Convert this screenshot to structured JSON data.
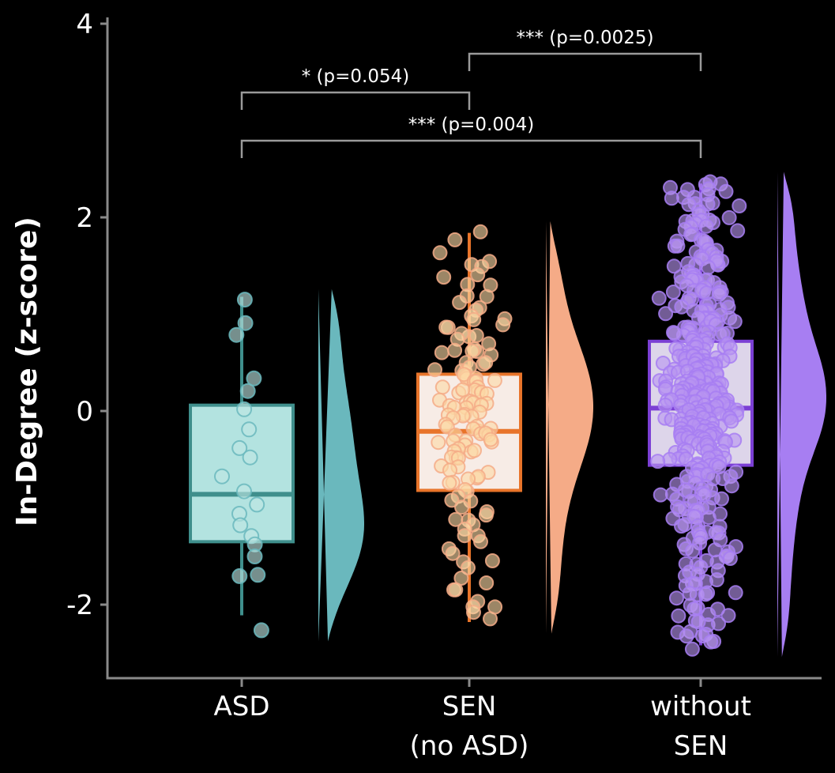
{
  "chart_data": {
    "type": "box",
    "title": "",
    "xlabel": "",
    "ylabel": "In-Degree (z-score)",
    "ylim": [
      -3.1,
      4.2
    ],
    "yticks": [
      -2,
      0,
      2,
      4
    ],
    "ytick_labels": [
      "-2",
      "0",
      "2",
      "4"
    ],
    "grid": false,
    "legend": "none",
    "categories": [
      "ASD",
      "SEN\n(no ASD)",
      "without\nSEN"
    ],
    "category_labels": [
      {
        "line1": "ASD",
        "line2": ""
      },
      {
        "line1": "SEN",
        "line2": "(no ASD)"
      },
      {
        "line1": "without",
        "line2": "SEN"
      }
    ],
    "series": [
      {
        "name": "ASD",
        "color_edge": "#3f8f8c",
        "color_fill": "#b3e3e0",
        "color_violin": "#6ab8bd",
        "color_point": "#bfe6e4",
        "n": 20,
        "q1": -1.35,
        "median": -0.86,
        "q3": 0.06,
        "whisker_low": -2.11,
        "whisker_high": 1.18,
        "points": [
          1.14,
          0.9,
          0.87,
          0.38,
          0.23,
          0.08,
          -0.16,
          -0.31,
          -0.44,
          -0.5,
          -0.84,
          -0.88,
          -1.03,
          -1.1,
          -1.27,
          -1.3,
          -1.38,
          -1.56,
          -1.67,
          -1.72,
          -2.26
        ]
      },
      {
        "name": "SEN (no ASD)",
        "color_edge": "#e8742a",
        "color_fill": "#f7ece6",
        "color_violin": "#f5ab87",
        "color_point": "#fbd9a4",
        "n": 130,
        "q1": -0.82,
        "median": -0.21,
        "q3": 0.38,
        "whisker_low": -2.18,
        "whisker_high": 1.84,
        "points": [
          1.84,
          1.74,
          1.58,
          1.53,
          1.48,
          1.42,
          1.36,
          1.33,
          1.24,
          1.18,
          1.12,
          1.08,
          1.02,
          0.98,
          0.94,
          0.9,
          0.86,
          0.82,
          0.79,
          0.76,
          0.72,
          0.69,
          0.66,
          0.63,
          0.6,
          0.57,
          0.55,
          0.52,
          0.5,
          0.47,
          0.45,
          0.43,
          0.41,
          0.39,
          0.37,
          0.35,
          0.33,
          0.31,
          0.29,
          0.27,
          0.25,
          0.23,
          0.21,
          0.19,
          0.17,
          0.15,
          0.13,
          0.11,
          0.09,
          0.07,
          0.05,
          0.03,
          0.01,
          -0.01,
          -0.03,
          -0.05,
          -0.07,
          -0.09,
          -0.11,
          -0.13,
          -0.15,
          -0.17,
          -0.19,
          -0.21,
          -0.23,
          -0.25,
          -0.27,
          -0.29,
          -0.31,
          -0.33,
          -0.35,
          -0.37,
          -0.39,
          -0.41,
          -0.44,
          -0.47,
          -0.5,
          -0.53,
          -0.56,
          -0.59,
          -0.62,
          -0.65,
          -0.68,
          -0.71,
          -0.74,
          -0.78,
          -0.82,
          -0.86,
          -0.9,
          -0.94,
          -0.99,
          -1.04,
          -1.09,
          -1.14,
          -1.19,
          -1.25,
          -1.31,
          -1.37,
          -1.43,
          -1.49,
          -1.55,
          -1.62,
          -1.69,
          -1.76,
          -1.83,
          -1.9,
          -1.97,
          -2.04,
          -2.11,
          -2.18
        ]
      },
      {
        "name": "without SEN",
        "color_edge": "#7b3fd4",
        "color_fill": "#ddd5ea",
        "color_violin": "#a77ef2",
        "color_point": "#b894f0",
        "n": 430,
        "q1": -0.56,
        "median": 0.03,
        "q3": 0.72,
        "whisker_low": -2.42,
        "whisker_high": 2.35,
        "points": [
          2.35,
          2.3,
          2.24,
          2.18,
          2.12,
          2.06,
          2.0,
          1.94,
          1.88,
          1.82,
          1.76,
          1.7,
          1.65,
          1.6,
          1.55,
          1.5,
          1.45,
          1.4,
          1.36,
          1.32,
          1.28,
          1.24,
          1.2,
          1.16,
          1.12,
          1.08,
          1.04,
          1.0,
          0.97,
          0.94,
          0.91,
          0.88,
          0.85,
          0.82,
          0.79,
          0.76,
          0.73,
          0.7,
          0.67,
          0.64,
          0.61,
          0.58,
          0.56,
          0.54,
          0.52,
          0.5,
          0.48,
          0.46,
          0.44,
          0.42,
          0.4,
          0.38,
          0.36,
          0.34,
          0.32,
          0.3,
          0.28,
          0.26,
          0.24,
          0.22,
          0.2,
          0.18,
          0.16,
          0.14,
          0.12,
          0.1,
          0.08,
          0.06,
          0.04,
          0.02,
          0.0,
          -0.02,
          -0.04,
          -0.06,
          -0.08,
          -0.1,
          -0.12,
          -0.14,
          -0.16,
          -0.18,
          -0.2,
          -0.22,
          -0.24,
          -0.26,
          -0.28,
          -0.3,
          -0.33,
          -0.36,
          -0.39,
          -0.42,
          -0.45,
          -0.48,
          -0.51,
          -0.54,
          -0.57,
          -0.6,
          -0.64,
          -0.68,
          -0.72,
          -0.76,
          -0.8,
          -0.84,
          -0.88,
          -0.93,
          -0.98,
          -1.03,
          -1.08,
          -1.13,
          -1.18,
          -1.24,
          -1.3,
          -1.36,
          -1.42,
          -1.48,
          -1.55,
          -1.62,
          -1.69,
          -1.76,
          -1.84,
          -1.92,
          -2.0,
          -2.08,
          -2.16,
          -2.25,
          -2.34,
          -2.42
        ]
      }
    ],
    "annotations": [
      {
        "id": "sig-asd-sen",
        "stars": "*",
        "label": "* (p=0.054)",
        "p": 0.054,
        "from": "ASD",
        "to": "SEN (no ASD)"
      },
      {
        "id": "sig-sen-without",
        "stars": "***",
        "label": "*** (p=0.0025)",
        "p": 0.0025,
        "from": "SEN (no ASD)",
        "to": "without SEN"
      },
      {
        "id": "sig-asd-without",
        "stars": "***",
        "label": "*** (p=0.004)",
        "p": 0.004,
        "from": "ASD",
        "to": "without SEN"
      }
    ]
  },
  "figure": {
    "background": "#000000",
    "axis_color": "#8a8a8a",
    "text_color": "#ffffff"
  }
}
